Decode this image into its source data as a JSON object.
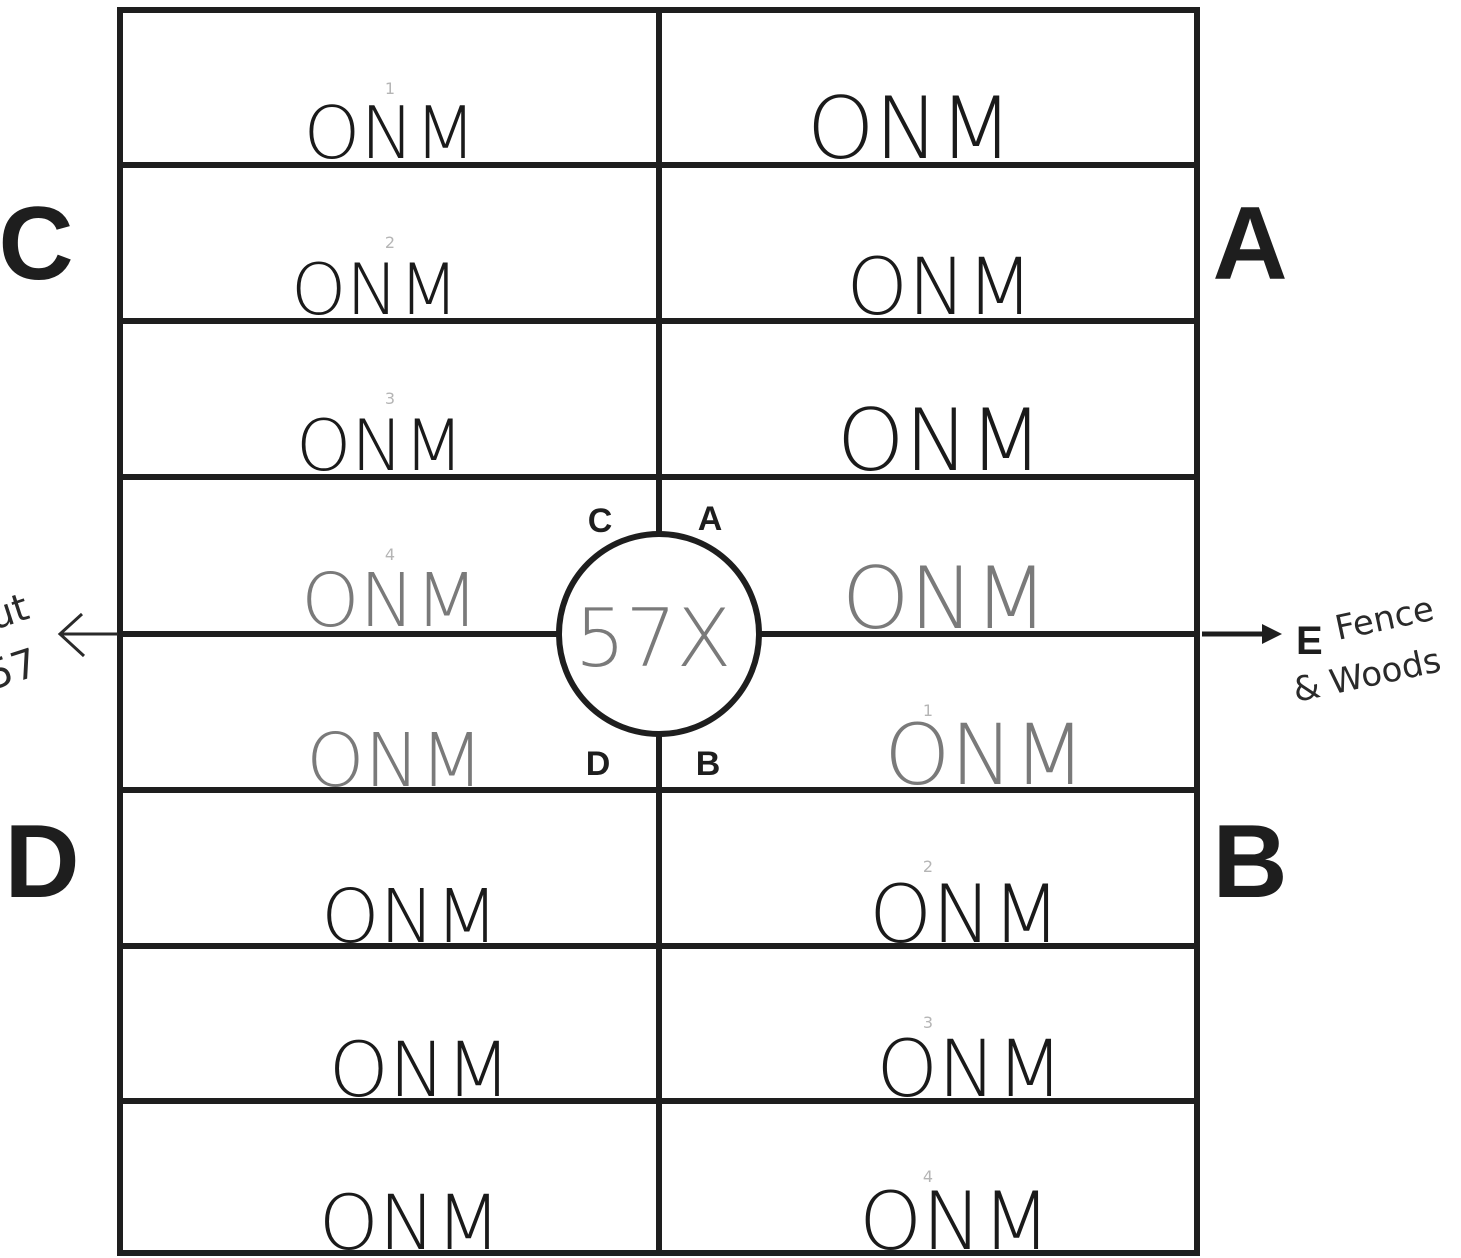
{
  "regions": {
    "upper_left": "C",
    "upper_right": "A",
    "lower_left": "D",
    "lower_right": "B"
  },
  "center": {
    "label": "57X",
    "quadrant_labels": {
      "top_left": "C",
      "top_right": "A",
      "bottom_left": "D",
      "bottom_right": "B"
    }
  },
  "east": {
    "letter": "E",
    "note_line1": "Fence",
    "note_line2": "& Woods"
  },
  "west": {
    "note_line1": "ut",
    "note_line2": "57"
  },
  "cells": {
    "left": [
      {
        "number": "1",
        "text": "ONM"
      },
      {
        "number": "2",
        "text": "ONM"
      },
      {
        "number": "3",
        "text": "ONM"
      },
      {
        "number": "4",
        "text": "ONM"
      },
      {
        "number": "",
        "text": "ONM"
      },
      {
        "number": "",
        "text": "ONM"
      },
      {
        "number": "",
        "text": "ONM"
      },
      {
        "number": "",
        "text": "ONM"
      }
    ],
    "right": [
      {
        "number": "",
        "text": "ONM"
      },
      {
        "number": "",
        "text": "ONM"
      },
      {
        "number": "",
        "text": "ONM"
      },
      {
        "number": "",
        "text": "ONM"
      },
      {
        "number": "1",
        "text": "ONM"
      },
      {
        "number": "2",
        "text": "ONM"
      },
      {
        "number": "3",
        "text": "ONM"
      },
      {
        "number": "4",
        "text": "ONM"
      }
    ]
  },
  "colors": {
    "line": "#1e1e1e",
    "handwriting": "#1a1a1a",
    "faint": "#7a7a7a",
    "cell_number": "#b5b5b5"
  }
}
